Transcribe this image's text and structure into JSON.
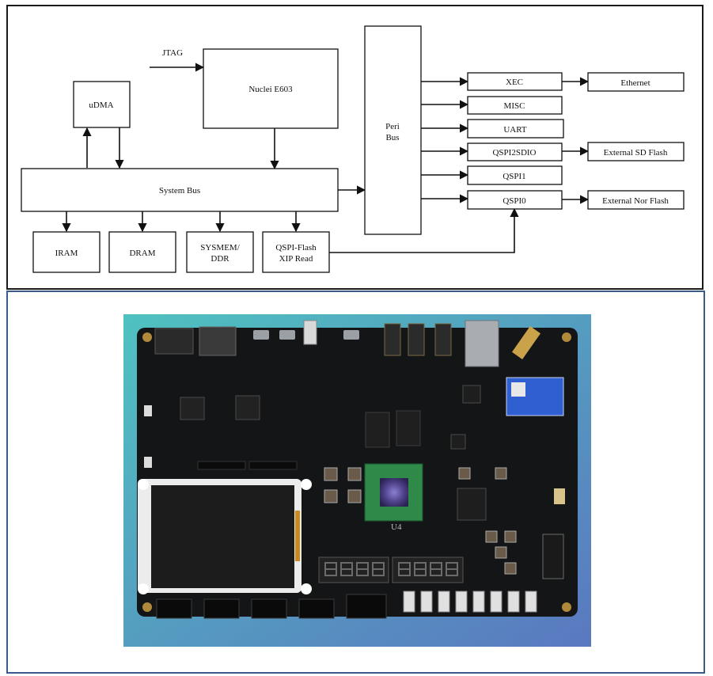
{
  "diagram": {
    "labels": {
      "jtag": "JTAG",
      "cpu": "Nuclei E603",
      "udma": "uDMA",
      "system_bus": "System Bus",
      "peri_bus_line1": "Peri",
      "peri_bus_line2": "Bus",
      "iram": "IRAM",
      "dram": "DRAM",
      "sysmem_line1": "SYSMEM/",
      "sysmem_line2": "DDR",
      "qspi_flash_line1": "QSPI-Flash",
      "qspi_flash_line2": "XIP Read",
      "xec": "XEC",
      "misc": "MISC",
      "uart": "UART",
      "qspi2sdio": "QSPI2SDIO",
      "qspi1": "QSPI1",
      "qspi0": "QSPI0",
      "ethernet": "Ethernet",
      "external_sd_flash": "External SD Flash",
      "external_nor_flash": "External Nor Flash"
    }
  },
  "board_photo": {
    "silkscreen_chip_label": "U4",
    "colors": {
      "background_gradient_start": "#4fc2c0",
      "background_gradient_end": "#5a78c0",
      "pcb": "#141517",
      "lcd_frame": "#ececec",
      "lcd_screen": "#1c1c1c",
      "fpga_chip": "#2f8a4a",
      "wifi_module": "#2f5fd0",
      "seven_segment": "#222222"
    },
    "icons": [
      "pcb-board-icon",
      "lcd-display-icon",
      "seven-segment-display-icon",
      "ethernet-jack-icon",
      "antenna-connector-icon"
    ]
  }
}
